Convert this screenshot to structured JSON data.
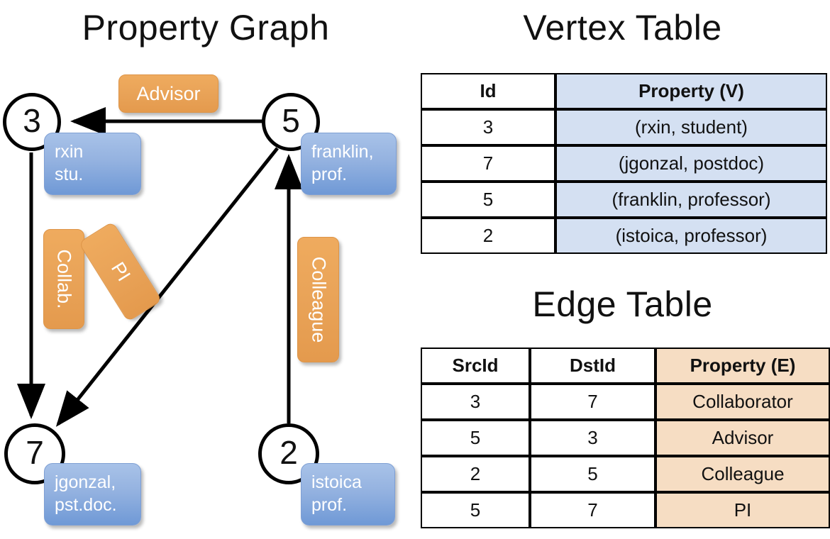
{
  "titles": {
    "property_graph": "Property Graph",
    "vertex_table": "Vertex Table",
    "edge_table": "Edge Table"
  },
  "colors": {
    "vertex_property_blue": "#94b2e0",
    "edge_label_orange": "#e9a358",
    "vertex_table_fill": "#d4e0f2",
    "edge_table_fill": "#f6ddc3",
    "stroke": "#000000"
  },
  "graph": {
    "vertices": [
      {
        "id": "3",
        "property": "rxin\nstu.",
        "line1": "rxin",
        "line2": "stu."
      },
      {
        "id": "5",
        "property": "franklin,\nprof.",
        "line1": "franklin,",
        "line2": "prof."
      },
      {
        "id": "7",
        "property": "jgonzal,\npst.doc.",
        "line1": "jgonzal,",
        "line2": "pst.doc."
      },
      {
        "id": "2",
        "property": "istoica\nprof.",
        "line1": "istoica",
        "line2": "prof."
      }
    ],
    "edge_labels": [
      {
        "name": "advisor",
        "text": "Advisor",
        "src": "5",
        "dst": "3"
      },
      {
        "name": "collab",
        "text": "Collab.",
        "src": "3",
        "dst": "7"
      },
      {
        "name": "pi",
        "text": "PI",
        "src": "5",
        "dst": "7"
      },
      {
        "name": "colleague",
        "text": "Colleague",
        "src": "2",
        "dst": "5"
      }
    ]
  },
  "vertex_table": {
    "headers": [
      "Id",
      "Property (V)"
    ],
    "rows": [
      {
        "id": "3",
        "property": "(rxin, student)"
      },
      {
        "id": "7",
        "property": "(jgonzal, postdoc)"
      },
      {
        "id": "5",
        "property": "(franklin, professor)"
      },
      {
        "id": "2",
        "property": "(istoica, professor)"
      }
    ]
  },
  "edge_table": {
    "headers": [
      "SrcId",
      "DstId",
      "Property (E)"
    ],
    "rows": [
      {
        "src": "3",
        "dst": "7",
        "property": "Collaborator"
      },
      {
        "src": "5",
        "dst": "3",
        "property": "Advisor"
      },
      {
        "src": "2",
        "dst": "5",
        "property": "Colleague"
      },
      {
        "src": "5",
        "dst": "7",
        "property": "PI"
      }
    ]
  }
}
